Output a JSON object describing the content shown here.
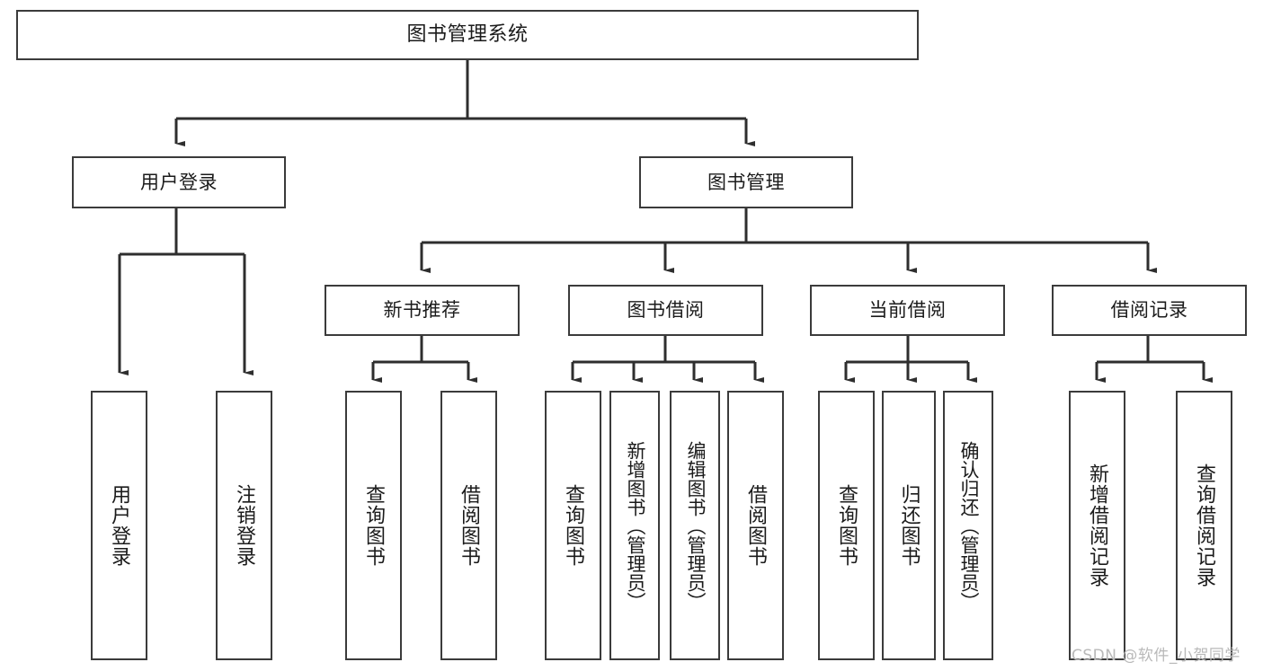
{
  "diagram": {
    "title": "图书管理系统",
    "type": "tree-hierarchy",
    "orientation": "top-down",
    "colors": {
      "box_border": "#3b3b3b",
      "box_fill": "#ffffff",
      "connector": "#2e2e2e",
      "text": "#1b1b1b",
      "watermark": "#b9b9b9",
      "background": "#ffffff"
    }
  },
  "nodes": {
    "root": {
      "label": "图书管理系统"
    },
    "level2": [
      {
        "id": "user-login",
        "label": "用户登录"
      },
      {
        "id": "book-management",
        "label": "图书管理"
      }
    ],
    "level3": [
      {
        "id": "new-book-recommend",
        "label": "新书推荐"
      },
      {
        "id": "book-borrow",
        "label": "图书借阅"
      },
      {
        "id": "current-borrow",
        "label": "当前借阅"
      },
      {
        "id": "borrow-record",
        "label": "借阅记录"
      }
    ],
    "leaves": {
      "user-login": [
        {
          "id": "leaf-user-login",
          "label": "用户登录"
        },
        {
          "id": "leaf-user-logout",
          "label": "注销登录"
        }
      ],
      "new-book-recommend": [
        {
          "id": "leaf-query-book-1",
          "label": "查询图书"
        },
        {
          "id": "leaf-borrow-book-1",
          "label": "借阅图书"
        }
      ],
      "book-borrow": [
        {
          "id": "leaf-query-book-2",
          "label": "查询图书"
        },
        {
          "id": "leaf-add-book",
          "label": "新增图书（管理员）"
        },
        {
          "id": "leaf-edit-book",
          "label": "编辑图书（管理员）"
        },
        {
          "id": "leaf-borrow-book-2",
          "label": "借阅图书"
        }
      ],
      "current-borrow": [
        {
          "id": "leaf-query-book-3",
          "label": "查询图书"
        },
        {
          "id": "leaf-return-book",
          "label": "归还图书"
        },
        {
          "id": "leaf-confirm-return",
          "label": "确认归还（管理员）"
        }
      ],
      "borrow-record": [
        {
          "id": "leaf-add-record",
          "label": "新增借阅记录"
        },
        {
          "id": "leaf-query-record",
          "label": "查询借阅记录"
        }
      ]
    }
  },
  "watermark": {
    "text": "CSDN @软件_小贺同学"
  }
}
